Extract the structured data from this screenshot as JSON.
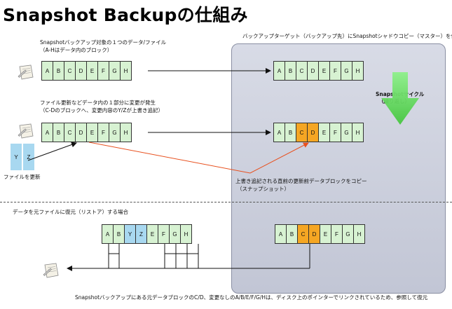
{
  "title": "Snapshot Backupの仕組み",
  "target_header": "バックアップターゲット（バックアップ先）にSnapshotシャドウコピー（マスター）を作成",
  "section1": {
    "caption_line1": "Snapshotバックアップ対象の１つのデータ/ファイル",
    "caption_line2": "（A-Hはデータ内のブロック）",
    "blocks": [
      "A",
      "B",
      "C",
      "D",
      "E",
      "F",
      "G",
      "H"
    ]
  },
  "section2": {
    "caption_line1": "ファイル更新などデータ内の１部分に変更が発生",
    "caption_line2": "（C-Dのブロックへ、変更内容のY/Zが上書き追記）",
    "blocks": [
      "A",
      "B",
      "C",
      "D",
      "E",
      "F",
      "G",
      "H"
    ],
    "update_blocks": [
      "Y",
      "Z"
    ],
    "update_label": "ファイルを更新"
  },
  "snapshot_cycle": {
    "line1": "Snapshotサイクル",
    "line2": "（繰り返し）"
  },
  "target_snapshot1": [
    "A",
    "B",
    "C",
    "D",
    "E",
    "F",
    "G",
    "H"
  ],
  "target_snapshot2": [
    "A",
    "B",
    "C",
    "D",
    "E",
    "F",
    "G",
    "H"
  ],
  "copy_note": {
    "line1": "上書き追記される直前の更新前データブロックをコピー",
    "line2": "（スナップショット）"
  },
  "restore": {
    "caption": "データを元ファイルに復元（リストア）する場合",
    "restored_blocks": [
      "A",
      "B",
      "Y",
      "Z",
      "E",
      "F",
      "G",
      "H"
    ],
    "snapshot_blocks": [
      "A",
      "B",
      "C",
      "D",
      "E",
      "F",
      "G",
      "H"
    ],
    "footer": "Snapshotバックアップにある元データブロックのC/D、変更なしのA/B/E/F/G/Hは、ディスク上のポインターでリンクされているため、参照して復元"
  },
  "colors": {
    "block_unchanged": "#d7f2d2",
    "block_changed": "#f5a623",
    "block_update": "#a8d8f0",
    "arrow_copy": "#e8501e",
    "cycle_arrow": "#5fd35a"
  }
}
